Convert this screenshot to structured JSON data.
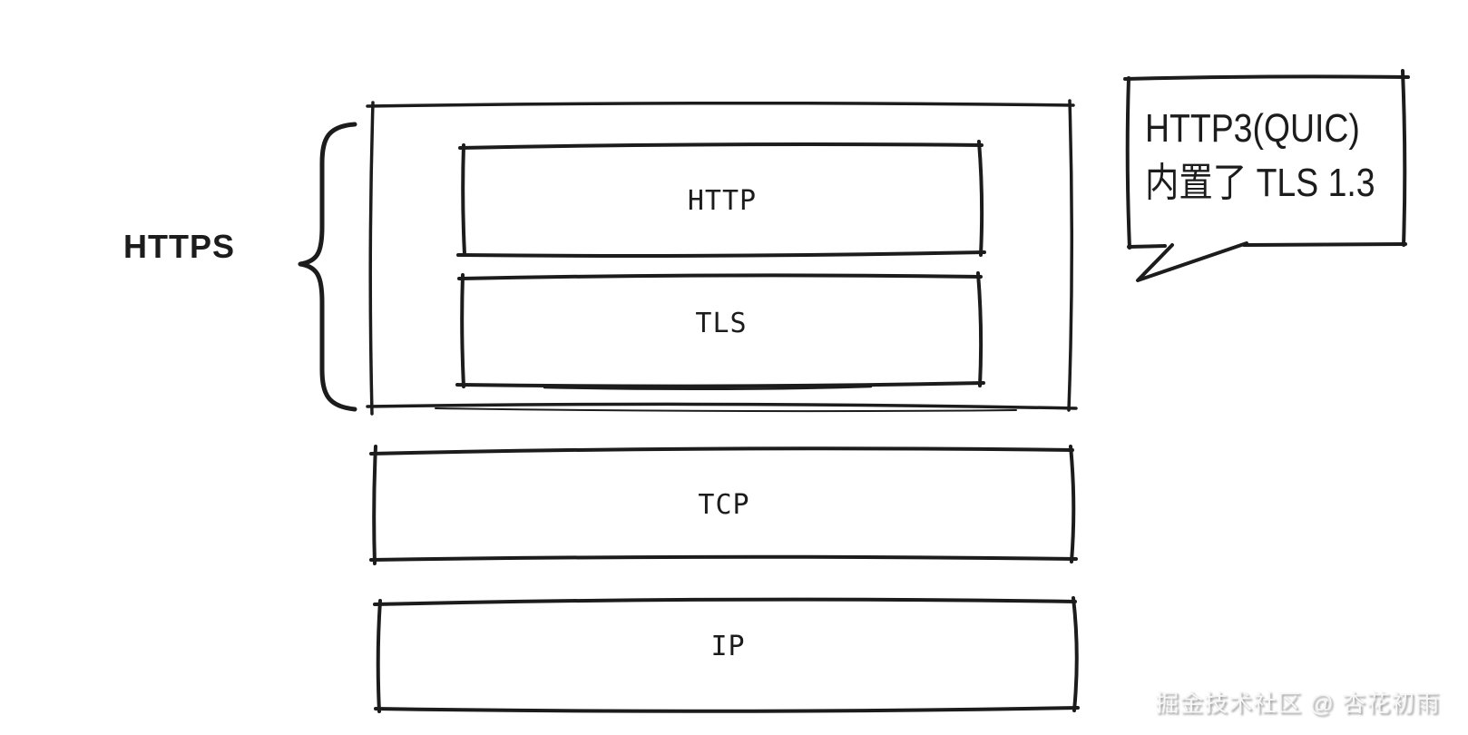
{
  "https_group": {
    "brace_label": "HTTPS",
    "layers": [
      {
        "label": "HTTP"
      },
      {
        "label": "TLS"
      }
    ]
  },
  "transport_layer": {
    "label": "TCP"
  },
  "network_layer": {
    "label": "IP"
  },
  "callout": {
    "lines": [
      "HTTP3(QUIC)",
      "内置了 TLS 1.3"
    ]
  },
  "watermark": "掘金技术社区 @ 杏花初雨",
  "colors": {
    "ink": "#1c1c1c",
    "paper": "#ffffff",
    "watermark_fill": "#f7f7f7",
    "watermark_shadow": "#9c9c9c"
  }
}
